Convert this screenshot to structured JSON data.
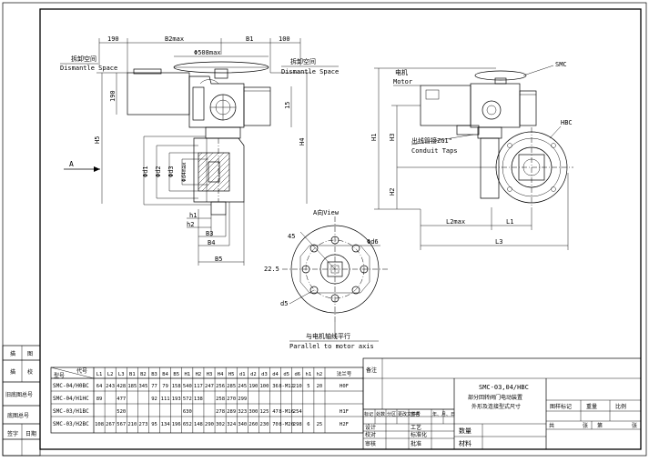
{
  "left_drawing": {
    "dims": {
      "d190_top": "190",
      "b2max": "B2max",
      "b1": "B1",
      "d100": "100",
      "d508": "Φ508max",
      "d190_side": "190",
      "d15": "15",
      "h5": "H5",
      "h4": "H4",
      "a_label": "A",
      "phi_d1": "Φd1",
      "phi_d2": "Φd2",
      "phi_d3": "Φd3",
      "phi_d4max": "Φd4max",
      "h1": "h1",
      "h2": "h2",
      "b3": "B3",
      "b4": "B4",
      "b5": "B5"
    },
    "dismantle_left_cn": "拆卸空间",
    "dismantle_left_en": "Dismantle Space",
    "dismantle_right_cn": "拆卸空间",
    "dismantle_right_en": "Dismantle Space"
  },
  "right_drawing": {
    "motor_cn": "电机",
    "motor_en": "Motor",
    "smc": "SMC",
    "hbc": "HBC",
    "conduit_cn": "出线管接ZG1\"",
    "conduit_en": "Conduit Taps",
    "h1": "H1",
    "h3": "H3",
    "h2": "H2",
    "l2max": "L2max",
    "l1": "L1",
    "l3": "L3"
  },
  "flange_view": {
    "view": "A向View",
    "d45": "45",
    "d6": "Φd6",
    "d225": "22.5",
    "d5": "d5",
    "parallel_cn": "与电机轴线平行",
    "parallel_en": "Parallel to motor axis"
  },
  "left_margin": {
    "cells": [
      "描",
      "图",
      "描",
      "校",
      "旧底图总号",
      "底图总号",
      "签字",
      "日期"
    ]
  },
  "dim_table": {
    "header_top": "代号",
    "header_side": "型号",
    "columns": [
      "L1",
      "L2",
      "L3",
      "B1",
      "B2",
      "B3",
      "B4",
      "B5",
      "H1",
      "H2",
      "H3",
      "H4",
      "H5",
      "d1",
      "d2",
      "d3",
      "d4",
      "d5",
      "d6",
      "h1",
      "h2",
      "法兰号"
    ],
    "rows": [
      {
        "model": "SMC-04/H0BC",
        "L1": "64",
        "L2": "243",
        "L3": "428",
        "B1": "185",
        "B2": "345",
        "B3": "77",
        "B4": "79",
        "B5": "158",
        "H1": "540",
        "H2": "117",
        "H3": "247",
        "H4": "256",
        "H5": "285",
        "d1": "245",
        "d2": "190",
        "d3": "100",
        "d4": "36",
        "d5": "8-M12",
        "d6": "210",
        "h1": "5",
        "h2": "20",
        "flange": "H0F"
      },
      {
        "model": "SMC-04/H1HC",
        "L1": "89",
        "L2": "",
        "L3": "477",
        "B1": "",
        "B2": "",
        "B3": "92",
        "B4": "111",
        "B5": "193",
        "H1": "572",
        "H2": "138",
        "H3": "",
        "H4": "258",
        "H5": "270",
        "d1": "299",
        "d2": "",
        "d3": "",
        "d4": "",
        "d5": "",
        "d6": "",
        "h1": "",
        "h2": "",
        "flange": ""
      },
      {
        "model": "SMC-03/H1BC",
        "L1": "",
        "L2": "",
        "L3": "520",
        "B1": "",
        "B2": "",
        "B3": "",
        "B4": "",
        "B5": "",
        "H1": "630",
        "H2": "",
        "H3": "",
        "H4": "278",
        "H5": "289",
        "d1": "323",
        "d2": "300",
        "d3": "125",
        "d4": "47",
        "d5": "8-M16",
        "d6": "254",
        "h1": "",
        "h2": "",
        "flange": "H1F"
      },
      {
        "model": "SMC-03/H2BC",
        "L1": "108",
        "L2": "267",
        "L3": "567",
        "B1": "210",
        "B2": "273",
        "B3": "95",
        "B4": "134",
        "B5": "196",
        "H1": "652",
        "H2": "148",
        "H3": "290",
        "H4": "302",
        "H5": "324",
        "d1": "340",
        "d2": "260",
        "d3": "230",
        "d4": "70",
        "d5": "8-M20",
        "d6": "298",
        "h1": "6",
        "h2": "25",
        "flange": "H2F"
      }
    ]
  },
  "title_block": {
    "remark": "备注",
    "title_lines": [
      "SMC-03,04/HBC",
      "部分回转阀门电动装置",
      "外形及连接型式尺寸"
    ],
    "rev_headers": [
      "标记",
      "处数",
      "分区",
      "更改文件号",
      "签名",
      "年、月、日"
    ],
    "roles": [
      "设计",
      "校对",
      "审核"
    ],
    "roles2": [
      "工艺",
      "标准化",
      "批准"
    ],
    "quantity": "数量",
    "material": "材料",
    "stage_headers": [
      "图样标记",
      "重量",
      "比例"
    ],
    "sheet_total": "共",
    "sheet_unit": "张",
    "sheet_no": "第",
    "sheet_unit2": "张"
  }
}
